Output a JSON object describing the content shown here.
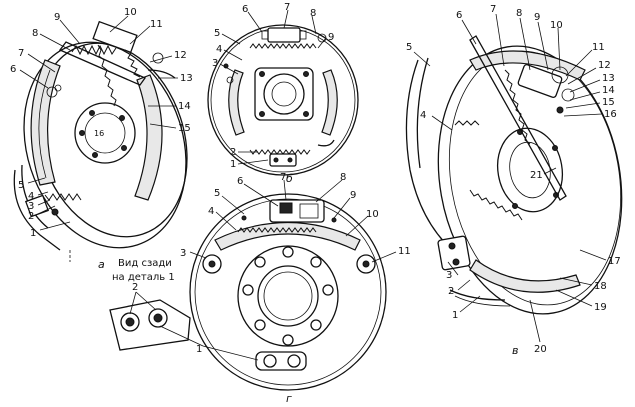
{
  "figure": {
    "panels": [
      {
        "id": "a",
        "caption": "а",
        "labels": [
          "1",
          "2",
          "3",
          "4",
          "5",
          "6",
          "7",
          "8",
          "9",
          "10",
          "11",
          "12",
          "13",
          "14",
          "15",
          "16"
        ]
      },
      {
        "id": "b",
        "caption": "б",
        "labels": [
          "1",
          "2",
          "3",
          "4",
          "5",
          "6",
          "7",
          "8",
          "9"
        ]
      },
      {
        "id": "v",
        "caption": "в",
        "labels": [
          "1",
          "2",
          "3",
          "4",
          "5",
          "6",
          "7",
          "8",
          "9",
          "10",
          "11",
          "12",
          "13",
          "14",
          "15",
          "16",
          "17",
          "18",
          "19",
          "20",
          "21"
        ]
      },
      {
        "id": "g",
        "caption": "г",
        "labels": [
          "1",
          "2",
          "3",
          "4",
          "5",
          "6",
          "7",
          "8",
          "9",
          "10",
          "11"
        ]
      }
    ],
    "rear_view_note": {
      "line1": "Вид сзади",
      "line2": "на деталь 1"
    },
    "colors": {
      "ink": "#111111",
      "paper": "#ffffff"
    }
  }
}
